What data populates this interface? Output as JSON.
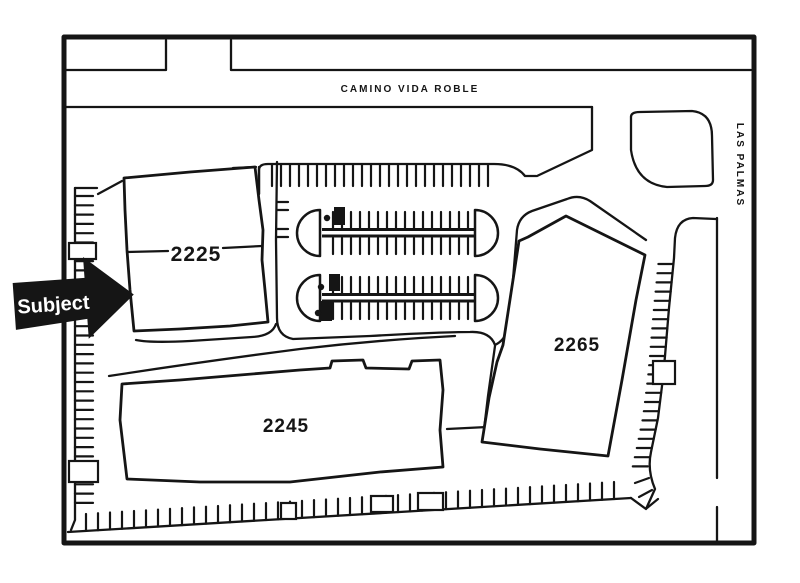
{
  "map": {
    "title": "site-plan",
    "streets": {
      "top": "CAMINO VIDA ROBLE",
      "right": "LAS PALMAS"
    },
    "buildings": {
      "b2225": {
        "label": "2225"
      },
      "b2245": {
        "label": "2245"
      },
      "b2265": {
        "label": "2265"
      }
    },
    "subject_pointer": {
      "label": "Subject"
    }
  },
  "colors": {
    "ink": "#151515",
    "paper": "#ffffff"
  }
}
